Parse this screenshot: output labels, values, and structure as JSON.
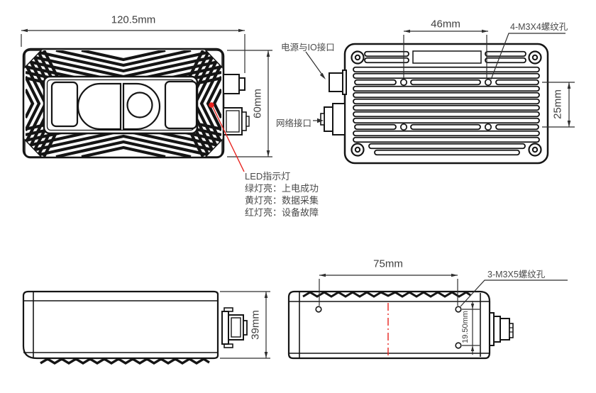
{
  "colors": {
    "background": "#ffffff",
    "line": "#1a1a1a",
    "text": "#4a4a4a",
    "accent_red": "#e8211d"
  },
  "front_view": {
    "width_dim": "120.5mm",
    "height_dim": "60mm",
    "led_note": {
      "title": "LED指示灯",
      "green": "绿灯亮：上电成功",
      "yellow": "黄灯亮：数据采集",
      "red": "红灯亮：设备故障"
    }
  },
  "rear_view": {
    "hole_spacing_dim": "46mm",
    "row_spacing_dim": "25mm",
    "thread_label": "4-M3X4螺纹孔",
    "power_label": "电源与IO接口",
    "network_label": "网络接口"
  },
  "left_side_view": {
    "height_dim": "39mm"
  },
  "right_side_view": {
    "hole_spacing_dim": "75mm",
    "hole_offset_dim": "19.50mm",
    "thread_label": "3-M3X5螺纹孔"
  }
}
